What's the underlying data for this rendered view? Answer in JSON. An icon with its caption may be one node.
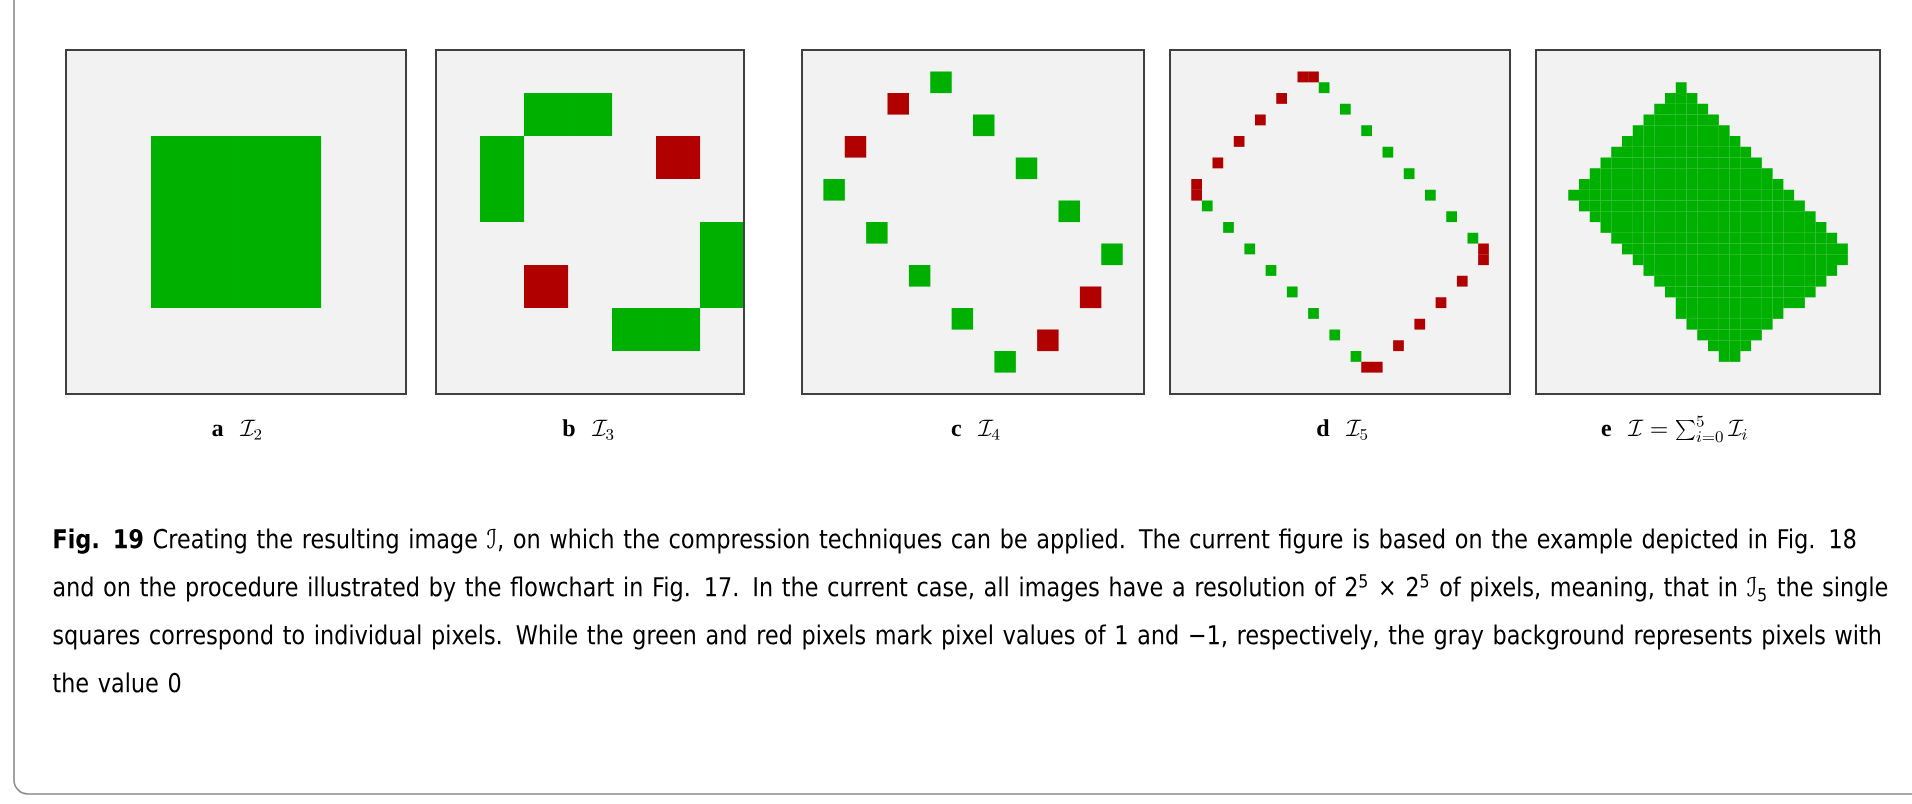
{
  "diagram": {
    "caption": "**Fig. 19** Creating the resulting image ℐ, on which the compression techniques can be applied. The current figure is based on the example depicted in Fig. 18 and on the procedure illustrated by the flowchart in Fig. 17. In the current case, all images have a resolution of 2$^{5}$ × 2$^{5}$ of pixels, meaning, that in ℐ$_{5}$ the single squares correspond to individual pixels. While the green and red pixels mark pixel values of 1 and −1, respectively, the gray background represents pixels with the value 0",
    "labels": [
      "a",
      "\\mathcal{I}_2",
      "b",
      "\\mathcal{I}_3",
      "c",
      "\\mathcal{I}_4",
      "d",
      "\\mathcal{I}_5",
      "e",
      "\\mathcal{I} = \\sum_{i=0}^{5} \\mathcal{I}_i"
    ]
  }
}
